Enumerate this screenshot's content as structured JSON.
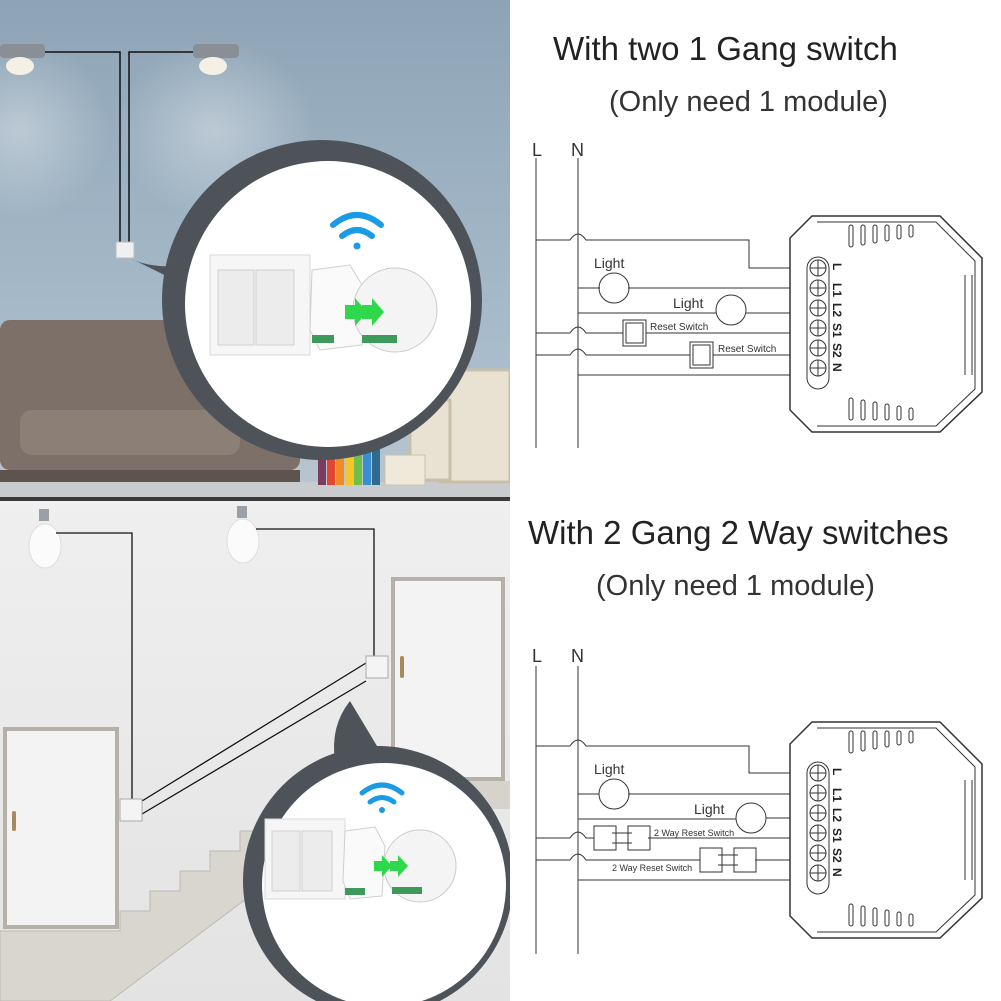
{
  "panels": {
    "top": {
      "title": "With two 1 Gang switch",
      "subtitle": "(Only need 1 module)",
      "scene": "living-room-with-two-ceiling-spotlights-and-2-gang-wall-switch",
      "diagram": {
        "rail_labels": [
          "L",
          "N"
        ],
        "light_labels": [
          "Light",
          "Light"
        ],
        "switch_labels": [
          "Reset Switch",
          "Reset Switch"
        ],
        "terminals": [
          "L",
          "L1",
          "L2",
          "S1",
          "S2",
          "N"
        ]
      }
    },
    "bottom": {
      "title": "With 2 Gang 2 Way switches",
      "subtitle": "(Only need 1 module)",
      "scene": "staircase-with-two-bulbs-and-two-2-gang-switches",
      "diagram": {
        "rail_labels": [
          "L",
          "N"
        ],
        "light_labels": [
          "Light",
          "Light"
        ],
        "switch_labels": [
          "2 Way Reset Switch",
          "2 Way Reset Switch"
        ],
        "terminals": [
          "L",
          "L1",
          "L2",
          "S1",
          "S2",
          "N"
        ]
      }
    }
  },
  "colors": {
    "wifi": "#1a9be6",
    "arrow": "#2fd84a",
    "line": "#333333",
    "wall_top": "#9fb3c3",
    "sofa": "#7d7068"
  }
}
